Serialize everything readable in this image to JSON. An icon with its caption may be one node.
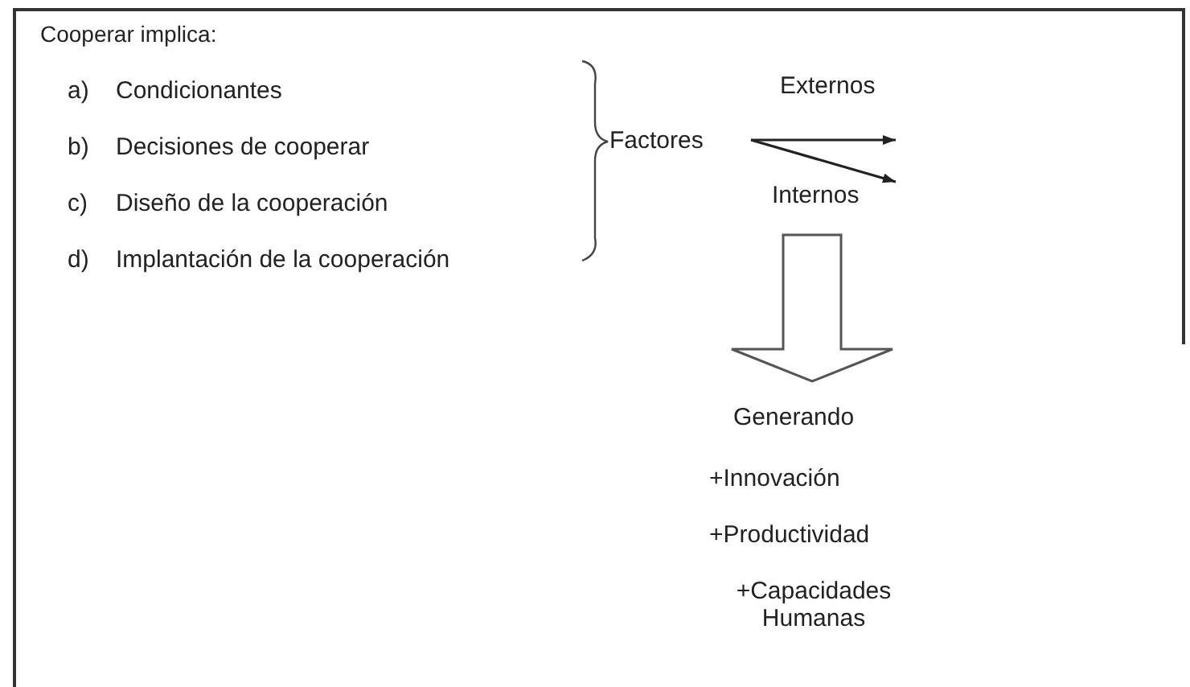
{
  "diagram": {
    "nodes": [
      {
        "text": [
          "Cooperar implica:"
        ]
      },
      {
        "text": [
          "Factores"
        ],
        "in": 0
      },
      {
        "text": [
          "Externos"
        ],
        "in": 0
      },
      {
        "text": [
          "Internos"
        ],
        "in": 0
      },
      {
        "text": [
          "Generando",
          "+Innovación",
          "+Productividad",
          "+Capacidades Humanas"
        ],
        "in": 0
      }
    ],
    "edges": [
      {
        "from": 1,
        "to": 2,
        "arrow": "to"
      },
      {
        "from": 1,
        "to": 3,
        "arrow": "to"
      },
      {
        "from": 3,
        "to": 4,
        "arrow": "to",
        "style": "thick"
      }
    ],
    "labels": [
      "a)",
      "Condicionantes",
      "b)",
      "Decisiones de cooperar",
      "c)",
      "Diseño de la cooperación",
      "d)",
      "Implantación de la cooperación"
    ]
  }
}
